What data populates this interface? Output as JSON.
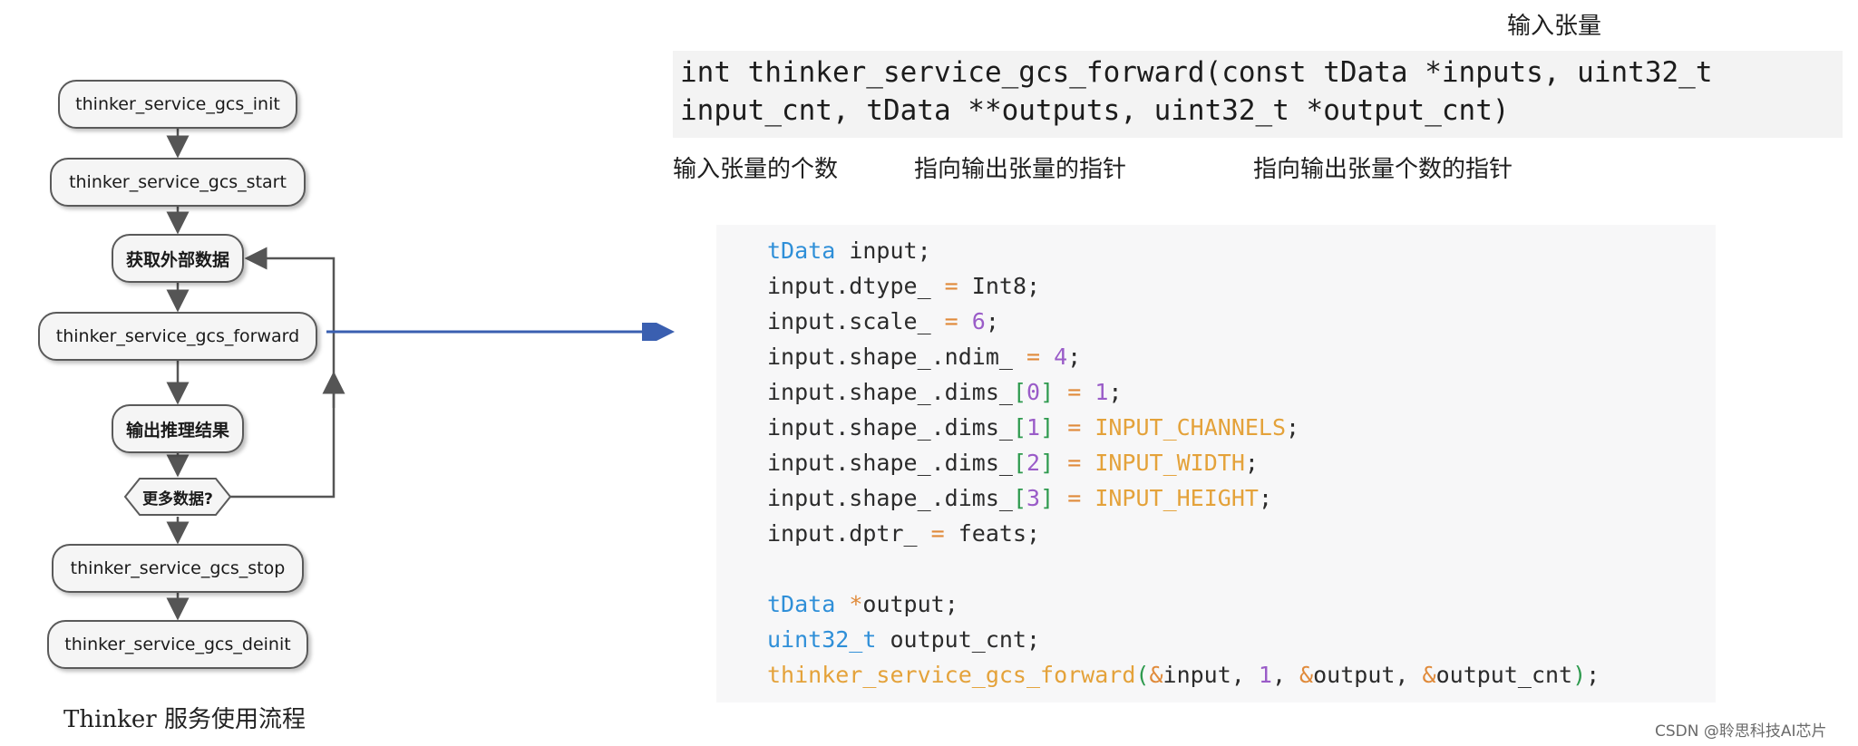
{
  "flowchart": {
    "nodes": [
      "thinker_service_gcs_init",
      "thinker_service_gcs_start",
      "获取外部数据",
      "thinker_service_gcs_forward",
      "输出推理结果",
      "更多数据?",
      "thinker_service_gcs_stop",
      "thinker_service_gcs_deinit"
    ],
    "caption": "Thinker 服务使用流程"
  },
  "signature": {
    "line1": "int thinker_service_gcs_forward(const tData *inputs, uint32_t",
    "line2": "input_cnt, tData **outputs, uint32_t *output_cnt)",
    "label_inputs": "输入张量",
    "label_input_cnt": "输入张量的个数",
    "label_outputs": "指向输出张量的指针",
    "label_output_cnt": "指向输出张量个数的指针"
  },
  "code": {
    "l1": [
      "tData",
      " input;"
    ],
    "l2": [
      "input.dtype_ ",
      "=",
      " Int8;"
    ],
    "l3": [
      "input.scale_ ",
      "=",
      " ",
      "6",
      ";"
    ],
    "l4": [
      "input.shape_.ndim_ ",
      "=",
      " ",
      "4",
      ";"
    ],
    "l5": [
      "input.shape_.dims_",
      "[",
      "0",
      "]",
      " ",
      "=",
      " ",
      "1",
      ";"
    ],
    "l6": [
      "input.shape_.dims_",
      "[",
      "1",
      "]",
      " ",
      "=",
      " ",
      "INPUT_CHANNELS",
      ";"
    ],
    "l7": [
      "input.shape_.dims_",
      "[",
      "2",
      "]",
      " ",
      "=",
      " ",
      "INPUT_WIDTH",
      ";"
    ],
    "l8": [
      "input.shape_.dims_",
      "[",
      "3",
      "]",
      " ",
      "=",
      " ",
      "INPUT_HEIGHT",
      ";"
    ],
    "l9": [
      "input.dptr_ ",
      "=",
      " feats;"
    ],
    "l10": [
      "tData",
      " ",
      "*",
      "output;"
    ],
    "l11": [
      "uint32_t",
      " output_cnt;"
    ],
    "l12": [
      "thinker_service_gcs_forward",
      "(",
      "&",
      "input, ",
      "1",
      ", ",
      "&",
      "output, ",
      "&",
      "output_cnt",
      ")",
      ";"
    ]
  },
  "watermark": "CSDN @聆思科技AI芯片",
  "colors": {
    "keyword": "#2f8fd8",
    "operator": "#e08a3a",
    "number": "#9a5cc8",
    "macro": "#e4a23a",
    "bracket": "#2e9a4e",
    "arrow": "#3a5fb0"
  }
}
